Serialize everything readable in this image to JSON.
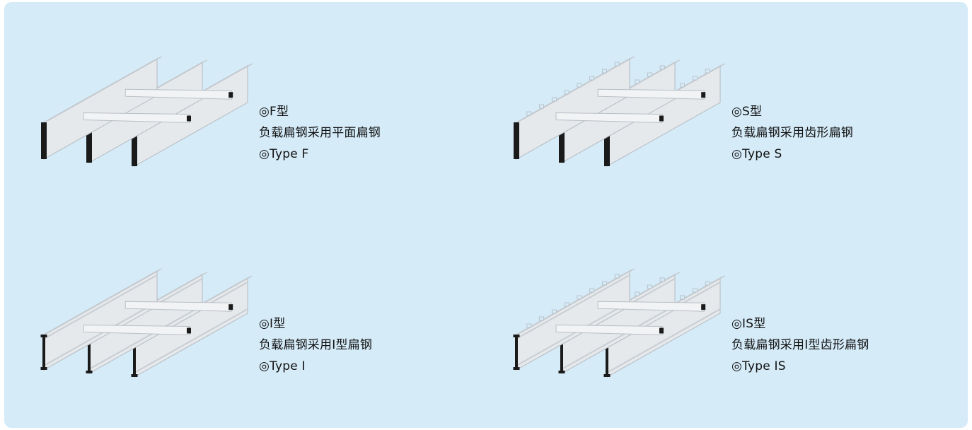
{
  "types": [
    {
      "title": "◎F型",
      "description": "负载扁钢采用平面扁钢",
      "english": "◎Type F",
      "profile": "flat",
      "serrated": false
    },
    {
      "title": "◎S型",
      "description": "负载扁钢采用齿形扁钢",
      "english": "◎Type S",
      "profile": "flat",
      "serrated": true
    },
    {
      "title": "◎I型",
      "description": "负载扁钢采用I型扁钢",
      "english": "◎Type I",
      "profile": "i-beam",
      "serrated": false
    },
    {
      "title": "◎IS型",
      "description": "负载扁钢采用I型齿形扁钢",
      "english": "◎Type IS",
      "profile": "i-beam",
      "serrated": true
    }
  ]
}
